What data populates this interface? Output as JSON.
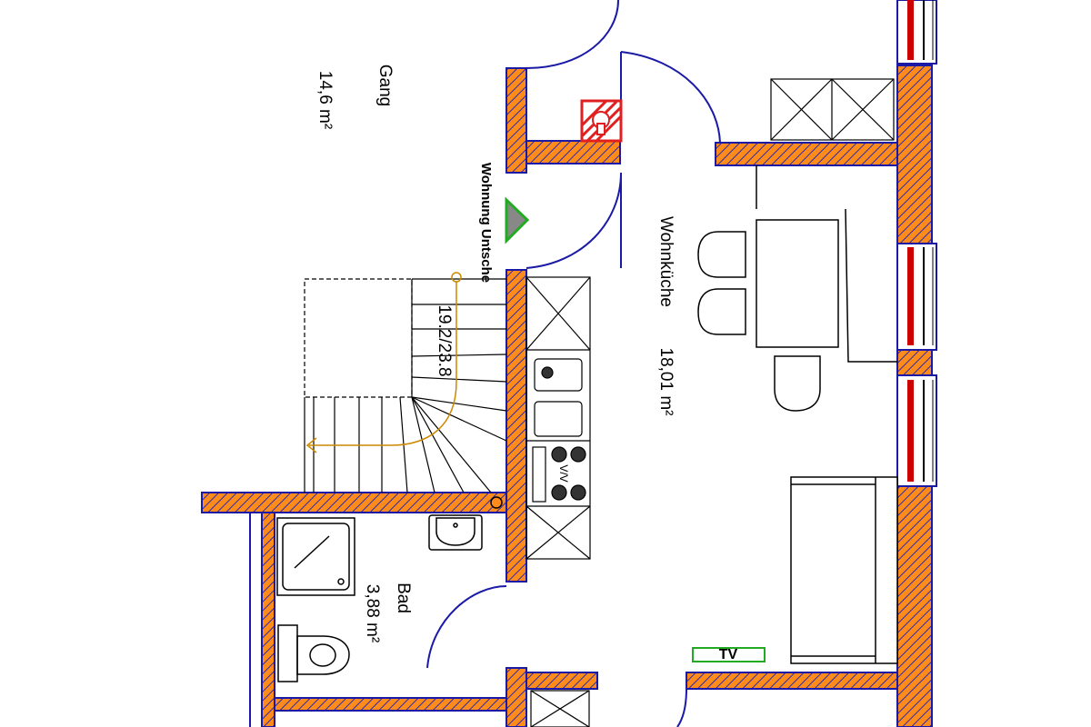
{
  "rooms": {
    "gang": {
      "name": "Gang",
      "area": "14,6 m²"
    },
    "wohnkueche": {
      "name": "Wohnküche",
      "area": "18,01 m²"
    },
    "bad": {
      "name": "Bad",
      "area": "3,88 m²"
    }
  },
  "labels": {
    "wohnung": "Wohnung Untsche",
    "stairs": "19.2/23.8",
    "tv": "TV",
    "stove": "V/V"
  },
  "colors": {
    "wall_fill": "#ff8c1a",
    "wall_outline": "#1a1aa6",
    "window_red": "#cc0000",
    "marker_green": "#22aa22",
    "hydrant_red": "#e02020",
    "stair_path": "#cc8800"
  }
}
